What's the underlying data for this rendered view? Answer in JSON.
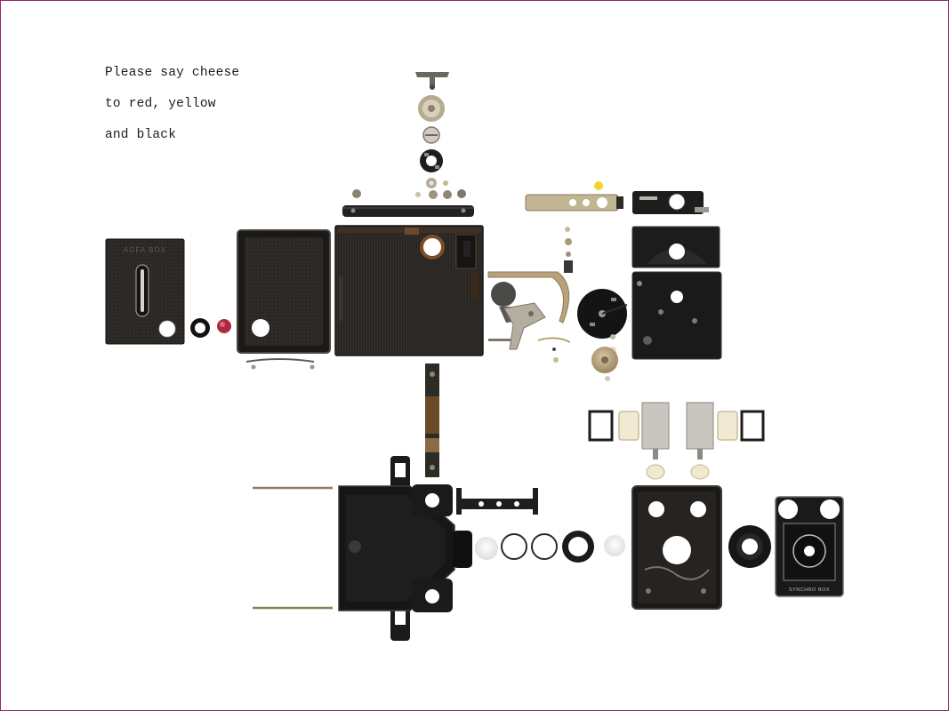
{
  "caption": {
    "line_1": "Please say cheese",
    "line_2": "to red, yellow",
    "line_3": "and black"
  },
  "labels": {
    "back_plate_brand": "AGFA BOX",
    "front_plate_model": "SYNCHRO BOX"
  },
  "colors": {
    "frame_border": "#8e2a6e",
    "caption_text": "#1c1c1c",
    "part_black": "#1d1d1d",
    "leatherette": "#2a2724",
    "rust": "#6b4a2a",
    "brass": "#b9a27a",
    "chrome": "#c9c6bf",
    "red_window": "#b0283f",
    "yellow_dot": "#f2d32b"
  }
}
